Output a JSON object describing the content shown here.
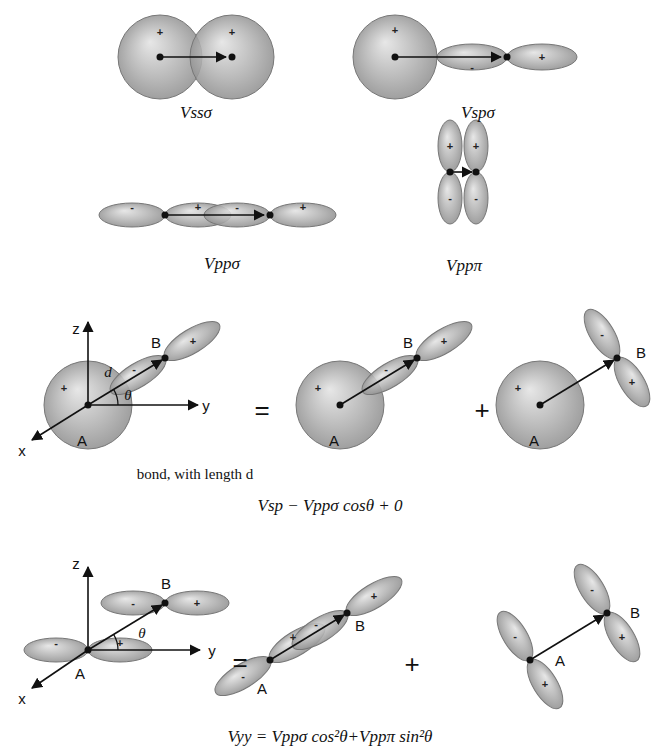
{
  "diagram": {
    "labels": [
      "+",
      "+",
      "Vssσ",
      "+",
      "-",
      "+",
      "Vspσ",
      "-",
      "+",
      "-",
      "+",
      "Vppσ",
      "+",
      "+",
      "-",
      "-",
      "Vppπ",
      "z",
      "B",
      "+",
      "-",
      "+",
      "d",
      "θ",
      "y",
      "x",
      "A",
      "bond, with length d",
      "=",
      "+",
      "-",
      "+",
      "A",
      "B",
      "+",
      "+",
      "-",
      "+",
      "B",
      "A",
      "Vsp − Vppσ cosθ + 0",
      "z",
      "-",
      "+",
      "-",
      "+",
      "B",
      "θ",
      "y",
      "x",
      "A",
      "=",
      "-",
      "+",
      "-",
      "+",
      "A",
      "B",
      "+",
      "-",
      "+",
      "-",
      "+",
      "A",
      "B",
      "Vyy = Vppσ cos²θ+Vppπ sin²θ"
    ]
  }
}
